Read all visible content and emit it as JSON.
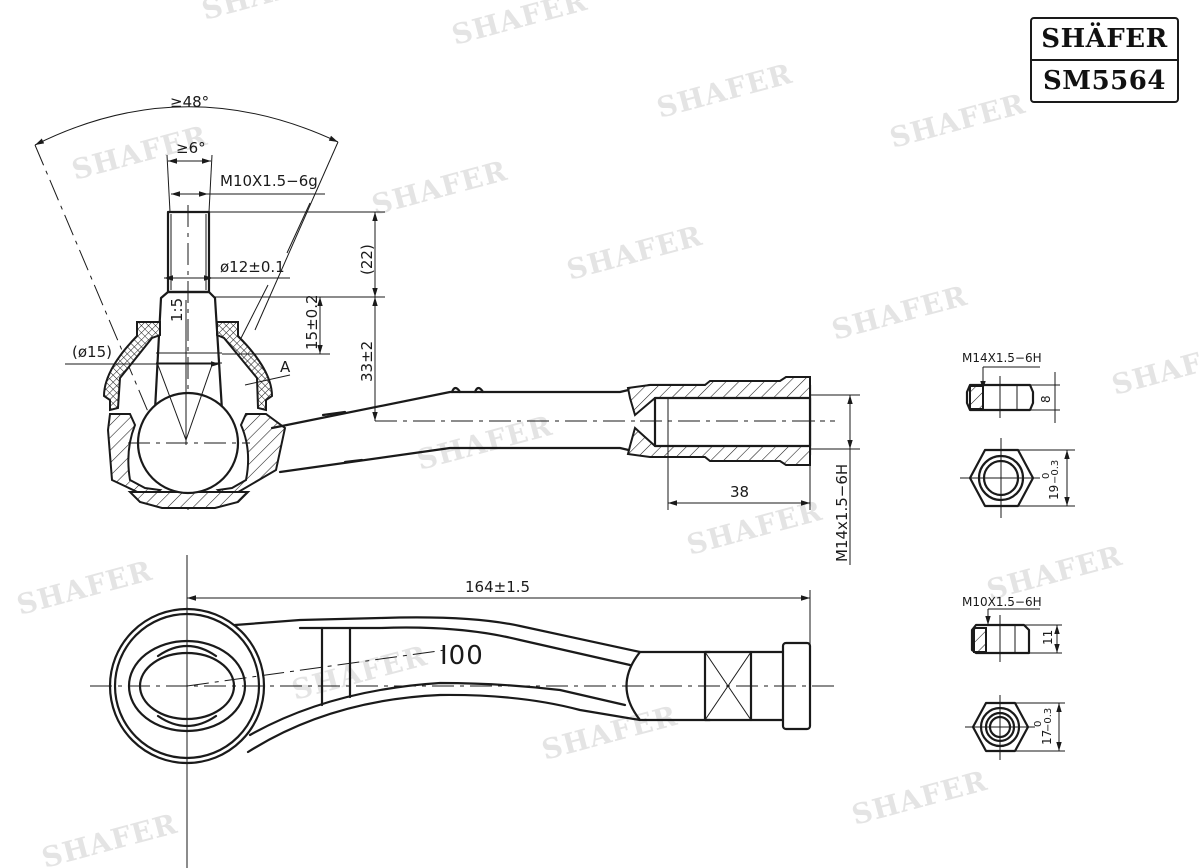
{
  "title_block": {
    "brand": "SHÄFER",
    "part_number": "SM5564"
  },
  "watermark": {
    "text": "SHAFER",
    "color": "#e4e4e4"
  },
  "side_view": {
    "angle_total": "≥48°",
    "angle_min": "≥6°",
    "stud_thread": "M10X1.5−6g",
    "stud_diameter": "ø12±0.1",
    "stud_length": "(22)",
    "taper_ratio": "1:5",
    "taper_height": "15±0.2",
    "boot_diameter": "(ø15)",
    "detail_label": "A",
    "stud_to_axis": "33±2",
    "bore_depth": "38",
    "bore_thread": "M14x1.5−6H"
  },
  "top_view": {
    "overall_length": "164±1.5",
    "marking": "I00"
  },
  "nut_large": {
    "thread": "M14X1.5−6H",
    "height": "8",
    "across_flats": "19",
    "tol_upper": "0",
    "tol_lower": "−0.3"
  },
  "nut_small": {
    "thread": "M10X1.5−6H",
    "height": "11",
    "across_flats": "17",
    "tol_upper": "0",
    "tol_lower": "−0.3"
  }
}
